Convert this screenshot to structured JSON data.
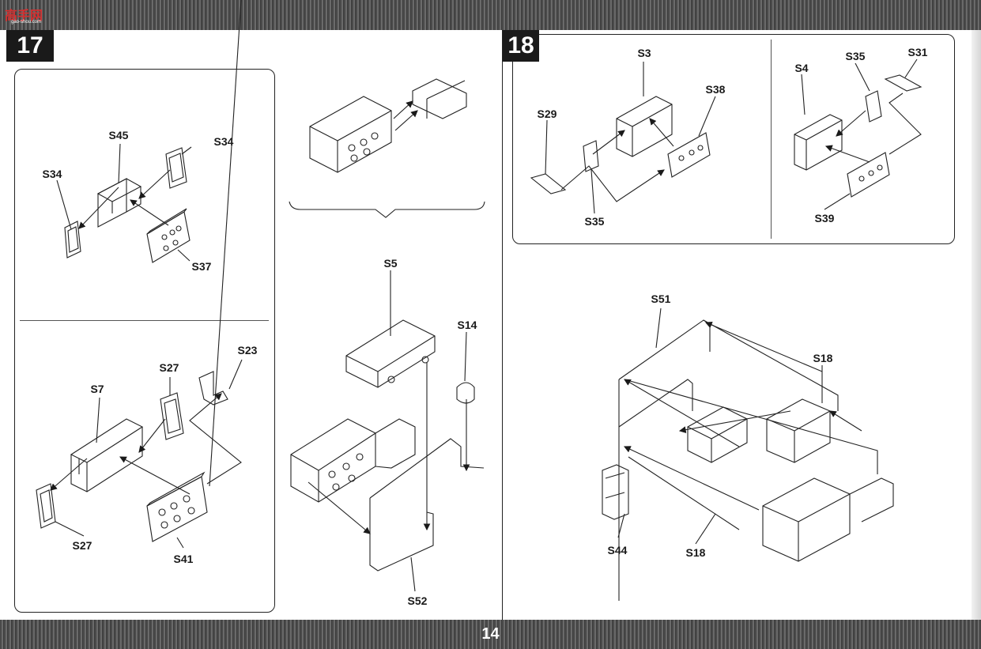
{
  "header": {
    "logo_text": "高手网",
    "logo_sub": "gao-shou.com"
  },
  "steps": {
    "step_17": "17",
    "step_18": "18"
  },
  "page_number": "14",
  "labels": {
    "s45": "S45",
    "s34_right": "S34",
    "s34_left": "S34",
    "s37": "S37",
    "s27_top": "S27",
    "s23": "S23",
    "s7": "S7",
    "s27_bottom": "S27",
    "s41": "S41",
    "s5": "S5",
    "s14": "S14",
    "s52": "S52",
    "s3": "S3",
    "s38": "S38",
    "s29": "S29",
    "s35_left": "S35",
    "s4": "S4",
    "s35_right": "S35",
    "s31": "S31",
    "s39": "S39",
    "s51": "S51",
    "s18_top": "S18",
    "s44": "S44",
    "s18_bottom": "S18"
  },
  "colors": {
    "band": "#4a4a4a",
    "ink": "#1a1a1a",
    "logo": "#d23030"
  }
}
